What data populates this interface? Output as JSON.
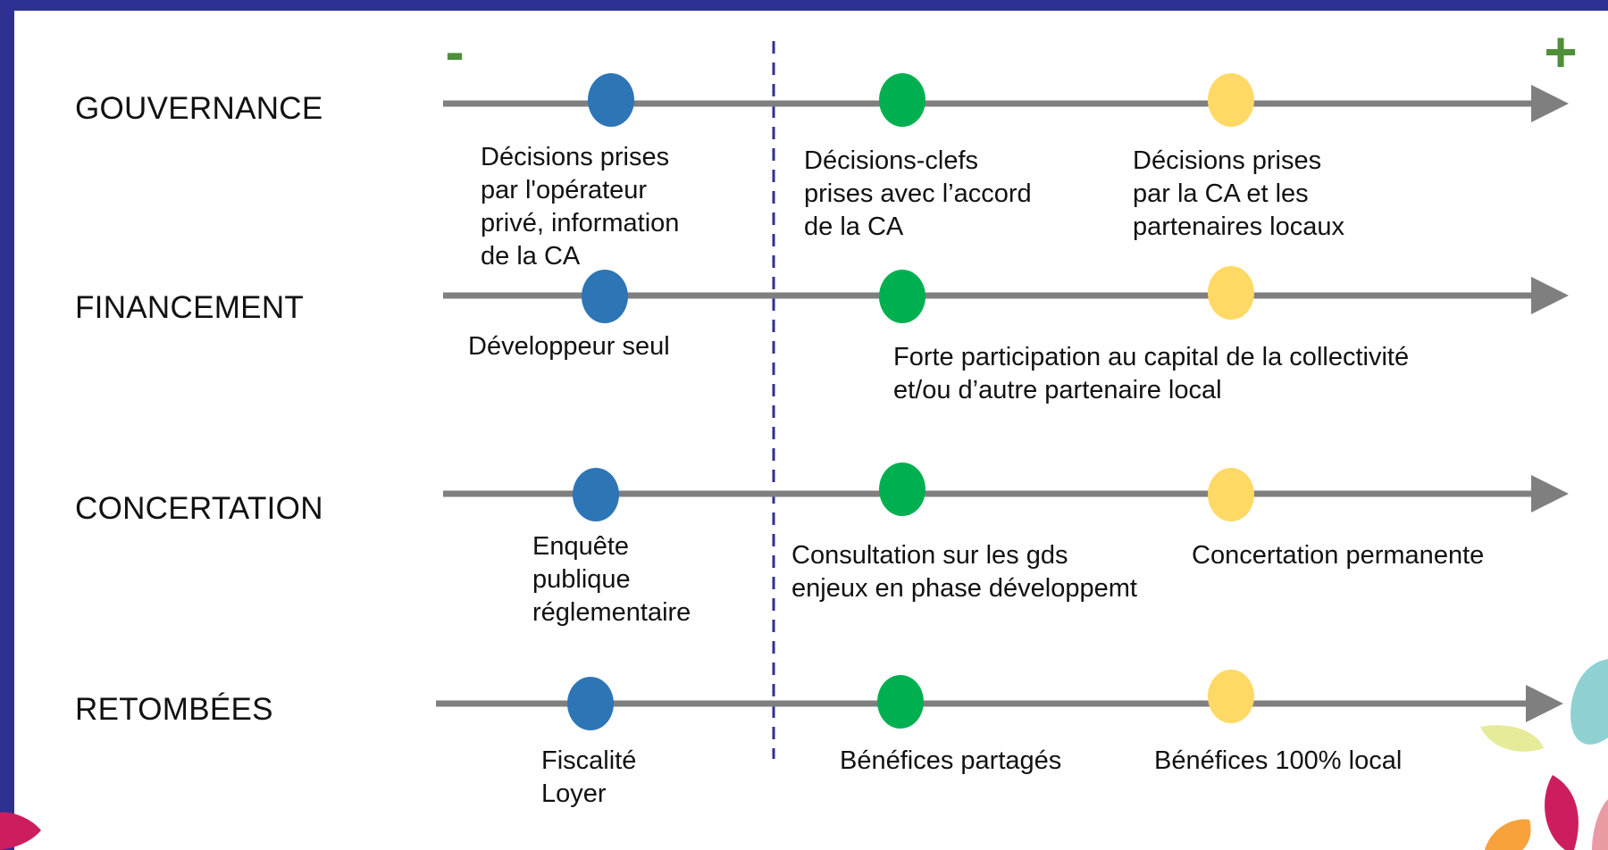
{
  "scale": {
    "minus_sign": "-",
    "plus_sign": "+"
  },
  "colors": {
    "frame": "#2e3192",
    "axis": "#7f7f7f",
    "separator": "#2e3192",
    "level_private": "#2e75b6",
    "level_shared": "#00b050",
    "level_local": "#ffd966",
    "sign_color": "#4e8f3a"
  },
  "rows": [
    {
      "label": "GOUVERNANCE",
      "notes": {
        "private": "Décisions prises\npar l'opérateur\nprivé, information\nde la CA",
        "shared": "Décisions-clefs\nprises avec l’accord\nde la CA",
        "local": "Décisions prises\npar la CA et les\npartenaires locaux"
      }
    },
    {
      "label": "FINANCEMENT",
      "notes": {
        "private": "Développeur seul",
        "shared_local": "Forte participation au capital de la collectivité\net/ou d’autre partenaire local"
      }
    },
    {
      "label": "CONCERTATION",
      "notes": {
        "private": "Enquête\npublique\nréglementaire",
        "shared": "Consultation sur les gds\nenjeux en phase développemt",
        "local": "Concertation permanente"
      }
    },
    {
      "label": "RETOMBÉES",
      "notes": {
        "private": "Fiscalité\nLoyer",
        "shared": "Bénéfices partagés",
        "local": "Bénéfices 100% local"
      }
    }
  ]
}
